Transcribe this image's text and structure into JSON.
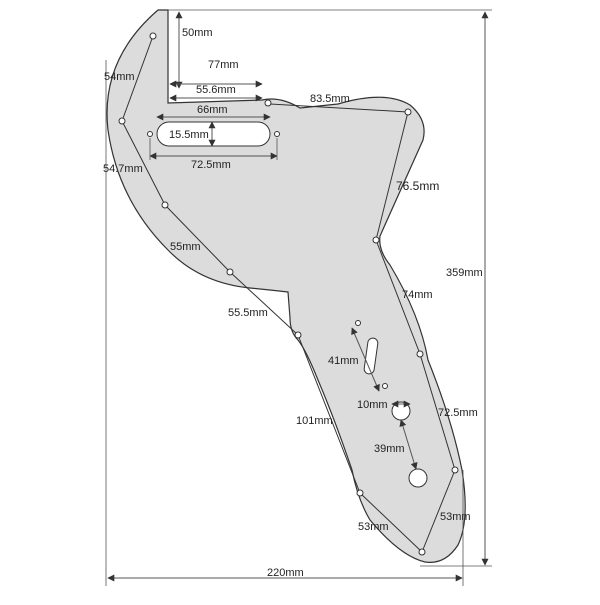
{
  "colors": {
    "pickguard_fill": "#dcdcdc",
    "outline": "#333333",
    "dimension_line": "#555555",
    "background": "#ffffff"
  },
  "dimensions": {
    "overall_height": "359mm",
    "overall_width": "220mm",
    "neck_pocket_depth": "50mm",
    "top_width": "77mm",
    "inner_width": "55.6mm",
    "top_right_edge": "83.5mm",
    "slot_width": "66mm",
    "slot_height": "15.5mm",
    "pickup_spacing": "72.5mm",
    "left_upper_edge": "54mm",
    "left_mid_edge": "54.7mm",
    "left_lower_edge": "55mm",
    "waist_edge": "55.5mm",
    "right_upper_edge": "76.5mm",
    "right_mid_edge": "74mm",
    "right_lower_edge": "72.5mm",
    "switch_slot_length": "41mm",
    "knob_hole_diameter": "10mm",
    "knob_spacing": "39mm",
    "lower_left_edge": "101mm",
    "bottom_left_edge": "53mm",
    "bottom_right_edge": "53mm"
  }
}
